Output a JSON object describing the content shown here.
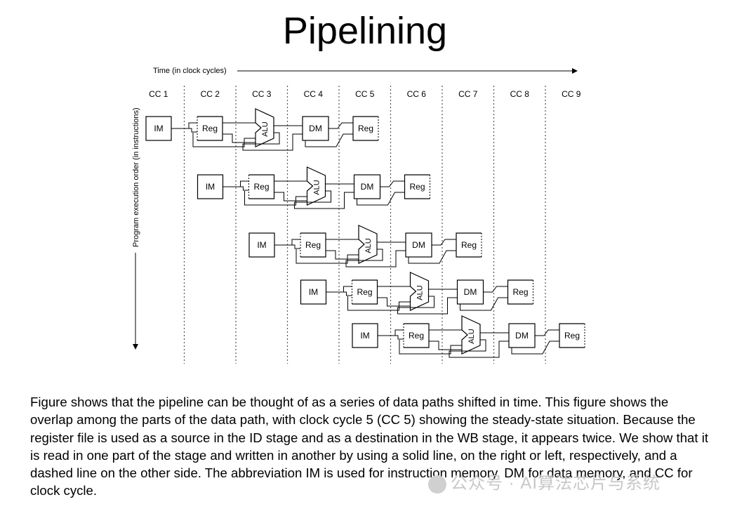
{
  "title": "Pipelining",
  "diagram": {
    "time_label": "Time (in clock cycles)",
    "order_label": "Program execution order (in instructions)",
    "cycles": [
      "CC 1",
      "CC 2",
      "CC 3",
      "CC 4",
      "CC 5",
      "CC 6",
      "CC 7",
      "CC 8",
      "CC 9"
    ],
    "stage_labels": {
      "im": "IM",
      "reg": "Reg",
      "alu": "ALU",
      "dm": "DM"
    },
    "instruction_count": 5
  },
  "caption": "Figure shows that the pipeline can be thought of as a series of data paths shifted in time. This figure shows the overlap among the parts of the data path, with clock cycle 5 (CC 5) showing the steady-state situation. Because the register file is used as a source in the ID stage and as a destination in the WB stage, it appears twice. We show that it is read in one part of the stage and written in another by using a solid line, on the right or left, respectively, and a dashed line on the other side. The abbreviation IM is used for instruction memory, DM for data memory, and CC for clock cycle.",
  "watermark": "公众号 · AI算法芯片与系统"
}
